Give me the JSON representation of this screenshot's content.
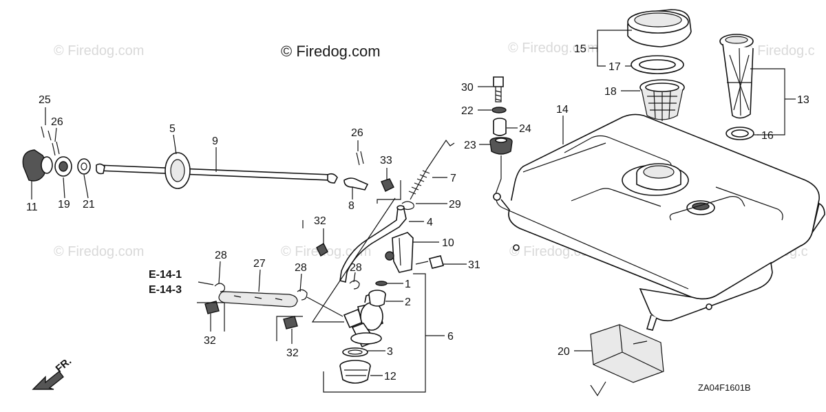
{
  "watermarks": {
    "main": "© Firedog.com",
    "faint": "© Firedog.com",
    "faint_cut": "© Firedog.c"
  },
  "references": [
    "E-14-1",
    "E-14-3"
  ],
  "direction_label": "FR.",
  "diagram_code": "ZA04F1601B",
  "parts": {
    "p1": "1",
    "p2": "2",
    "p3": "3",
    "p4": "4",
    "p5": "5",
    "p6": "6",
    "p7": "7",
    "p8": "8",
    "p9": "9",
    "p10": "10",
    "p11": "11",
    "p12": "12",
    "p13": "13",
    "p14": "14",
    "p15": "15",
    "p16": "16",
    "p17": "17",
    "p18": "18",
    "p19": "19",
    "p20": "20",
    "p21": "21",
    "p22": "22",
    "p23": "23",
    "p24": "24",
    "p25": "25",
    "p26": "26",
    "p27": "27",
    "p28": "28",
    "p29": "29",
    "p30": "30",
    "p31": "31",
    "p32": "32",
    "p33": "33"
  }
}
